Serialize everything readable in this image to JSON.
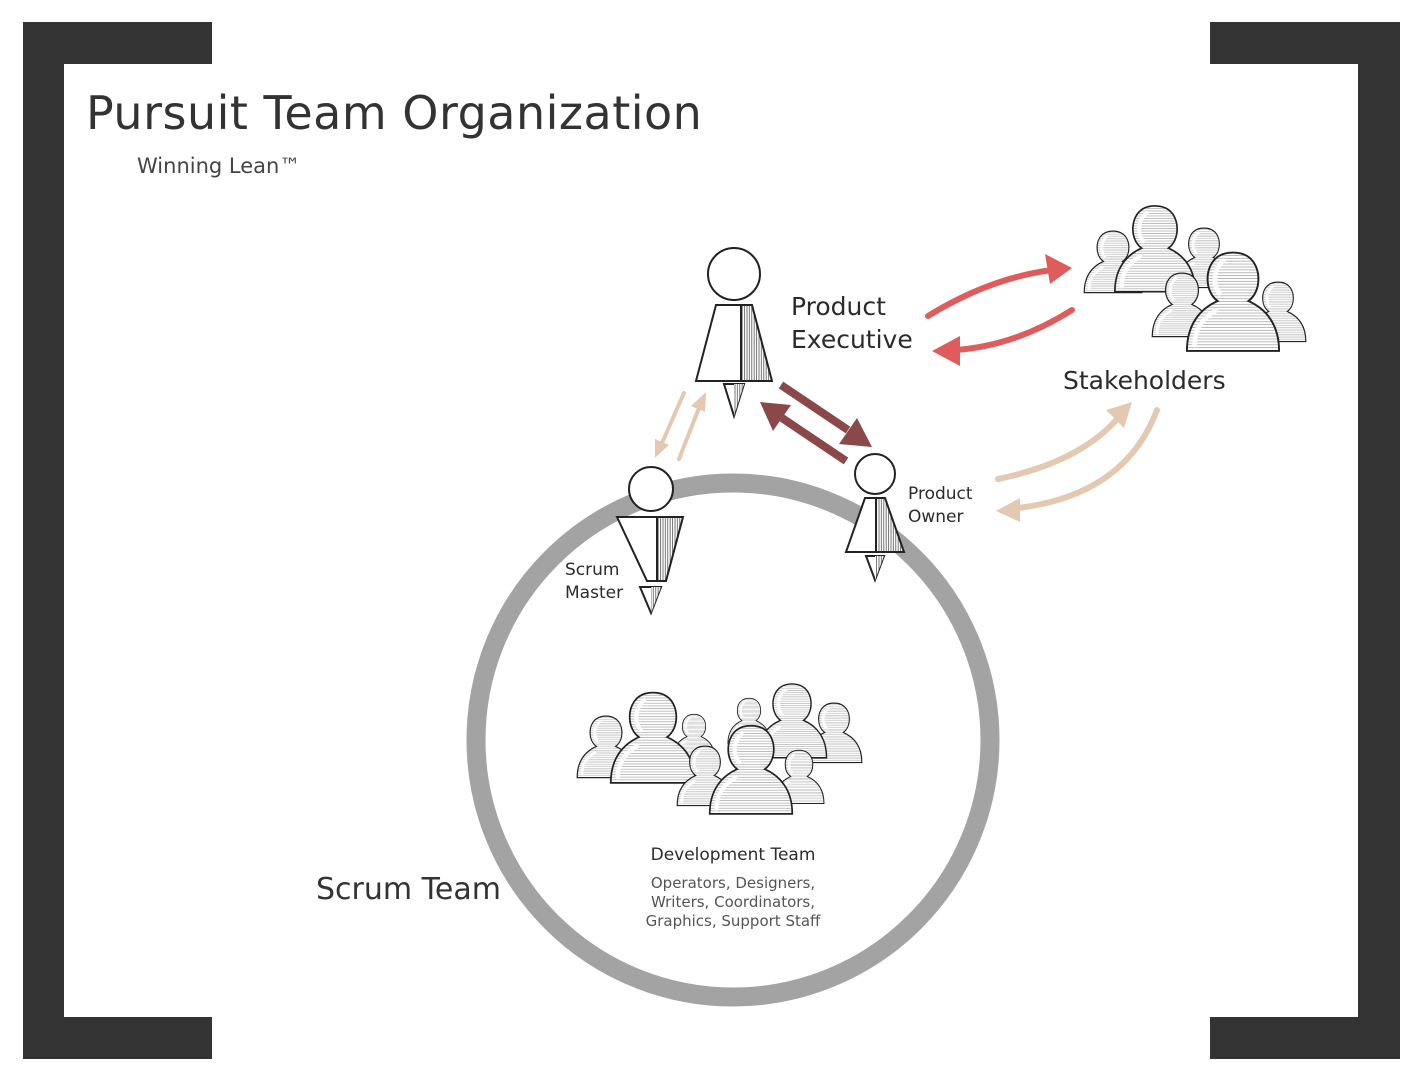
{
  "title": "Pursuit Team Organization",
  "subtitle": "Winning Lean™",
  "colors": {
    "frame": "#333333",
    "ring": "#a3a3a3",
    "arrow_executive_stakeholders": "#df5c5c",
    "arrow_executive_owner": "#8b4848",
    "arrow_light": "#e3c9b1"
  },
  "roles": {
    "product_executive": {
      "line1": "Product",
      "line2": "Executive"
    },
    "stakeholders": "Stakeholders",
    "product_owner": {
      "line1": "Product",
      "line2": "Owner"
    },
    "scrum_master": {
      "line1": "Scrum",
      "line2": "Master"
    }
  },
  "development_team": {
    "title": "Development Team",
    "members_line1": "Operators, Designers,",
    "members_line2": "Writers, Coordinators,",
    "members_line3": "Graphics, Support Staff"
  },
  "scrum_team_label": "Scrum Team",
  "icons": {
    "person": "person-icon",
    "group": "people-group-icon"
  }
}
